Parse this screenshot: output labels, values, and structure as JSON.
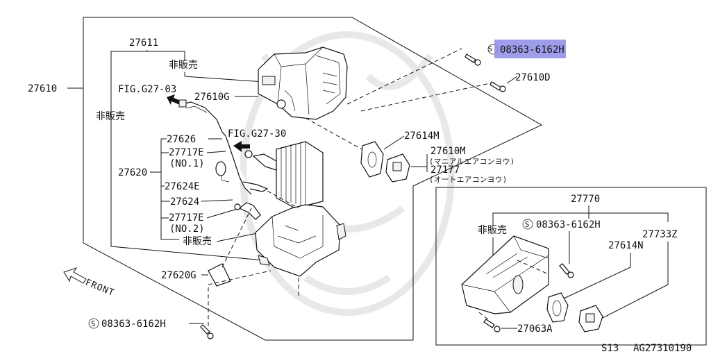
{
  "labels": {
    "p27610": "27610",
    "p27611": "27611",
    "hihanbai_1": "非販売",
    "hihanbai_2": "非販売",
    "hihanbai_3": "非販売",
    "hihanbai_4": "非販売",
    "fig_g27_03": "FIG.G27-03",
    "fig_g27_30": "FIG.G27-30",
    "p27610G": "27610G",
    "p27626": "27626",
    "p27717E_1": "27717E",
    "no1": "(NO.1)",
    "p27620": "27620",
    "p27624E": "27624E",
    "p27624": "27624",
    "p27717E_2": "27717E",
    "no2": "(NO.2)",
    "p27620G": "27620G",
    "s_symbol": "S",
    "bolt_top": "08363-6162H",
    "bolt_bottom": "08363-6162H",
    "bolt_inset": "08363-6162H",
    "p27610D": "27610D",
    "p27614M": "27614M",
    "p27610M": "27610M",
    "manual_ac": "(マニアルエアコンヨウ)",
    "p27177": "27177",
    "auto_ac": "(オートエアコンヨウ)",
    "p27770": "27770",
    "p27733Z": "27733Z",
    "p27614N": "27614N",
    "p27063A": "27063A",
    "front": "FRONT",
    "page_code": "S13",
    "diagram_id": "AG27310190"
  },
  "colors": {
    "highlight": "#8c8ce6",
    "line": "#111111",
    "watermark": "#e6e6e6"
  }
}
